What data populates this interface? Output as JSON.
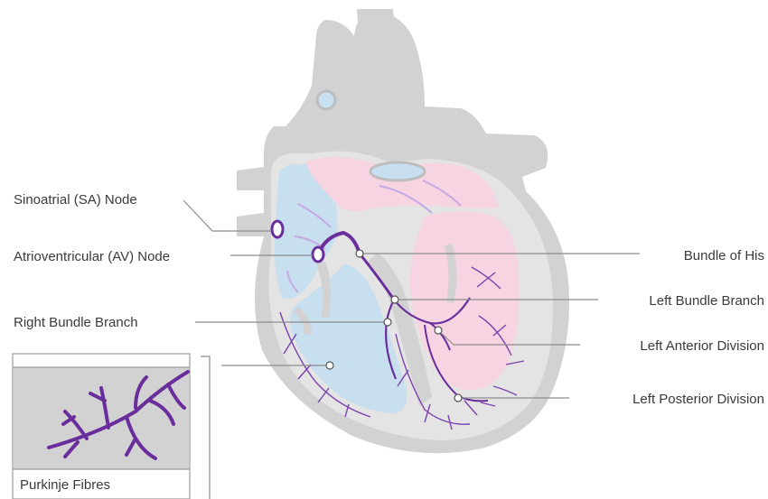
{
  "colors": {
    "heart_outer": "#d2d2d2",
    "heart_inner": "#e4e4e4",
    "chamber_right": "#c7dfef",
    "chamber_left": "#f7d4e1",
    "conduction": "#6a2e9c",
    "conduction_light": "#b69ad2",
    "flow_arrow": "#c6a9e3",
    "leader_line": "#8c8c8c"
  },
  "labels": {
    "sa_node": "Sinoatrial (SA) Node",
    "av_node": "Atrioventricular (AV) Node",
    "right_bundle_branch": "Right Bundle Branch",
    "bundle_of_his": "Bundle of His",
    "left_bundle_branch": "Left Bundle Branch",
    "left_anterior_division": "Left Anterior Division",
    "left_posterior_division": "Left Posterior Division",
    "purkinje_fibres": "Purkinje Fibres"
  }
}
